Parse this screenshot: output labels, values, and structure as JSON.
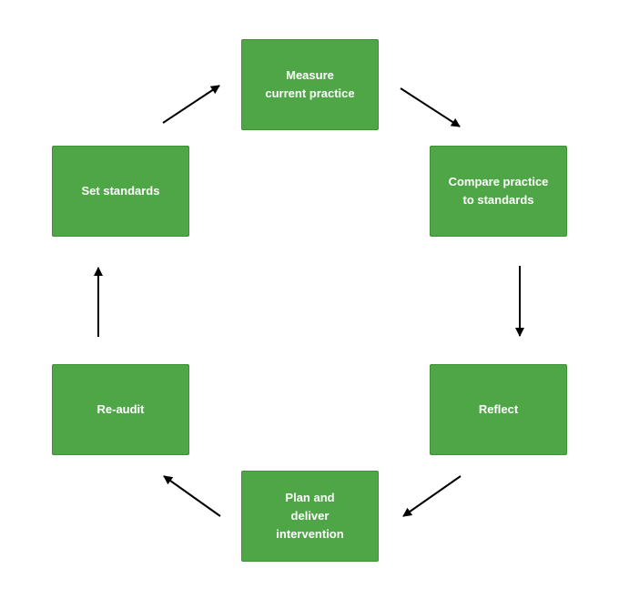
{
  "diagram": {
    "type": "cycle",
    "accent_color": "#4fa646",
    "text_color": "#ffffff",
    "arrow_color": "#000000",
    "nodes": {
      "measure": "Measure\ncurrent practice",
      "compare": "Compare practice\nto standards",
      "reflect": "Reflect",
      "plan": "Plan and\ndeliver\nintervention",
      "reaudit": "Re-audit",
      "set": "Set standards"
    },
    "edges": [
      {
        "from": "set",
        "to": "measure"
      },
      {
        "from": "measure",
        "to": "compare"
      },
      {
        "from": "compare",
        "to": "reflect"
      },
      {
        "from": "reflect",
        "to": "plan"
      },
      {
        "from": "plan",
        "to": "reaudit"
      },
      {
        "from": "reaudit",
        "to": "set"
      }
    ]
  }
}
